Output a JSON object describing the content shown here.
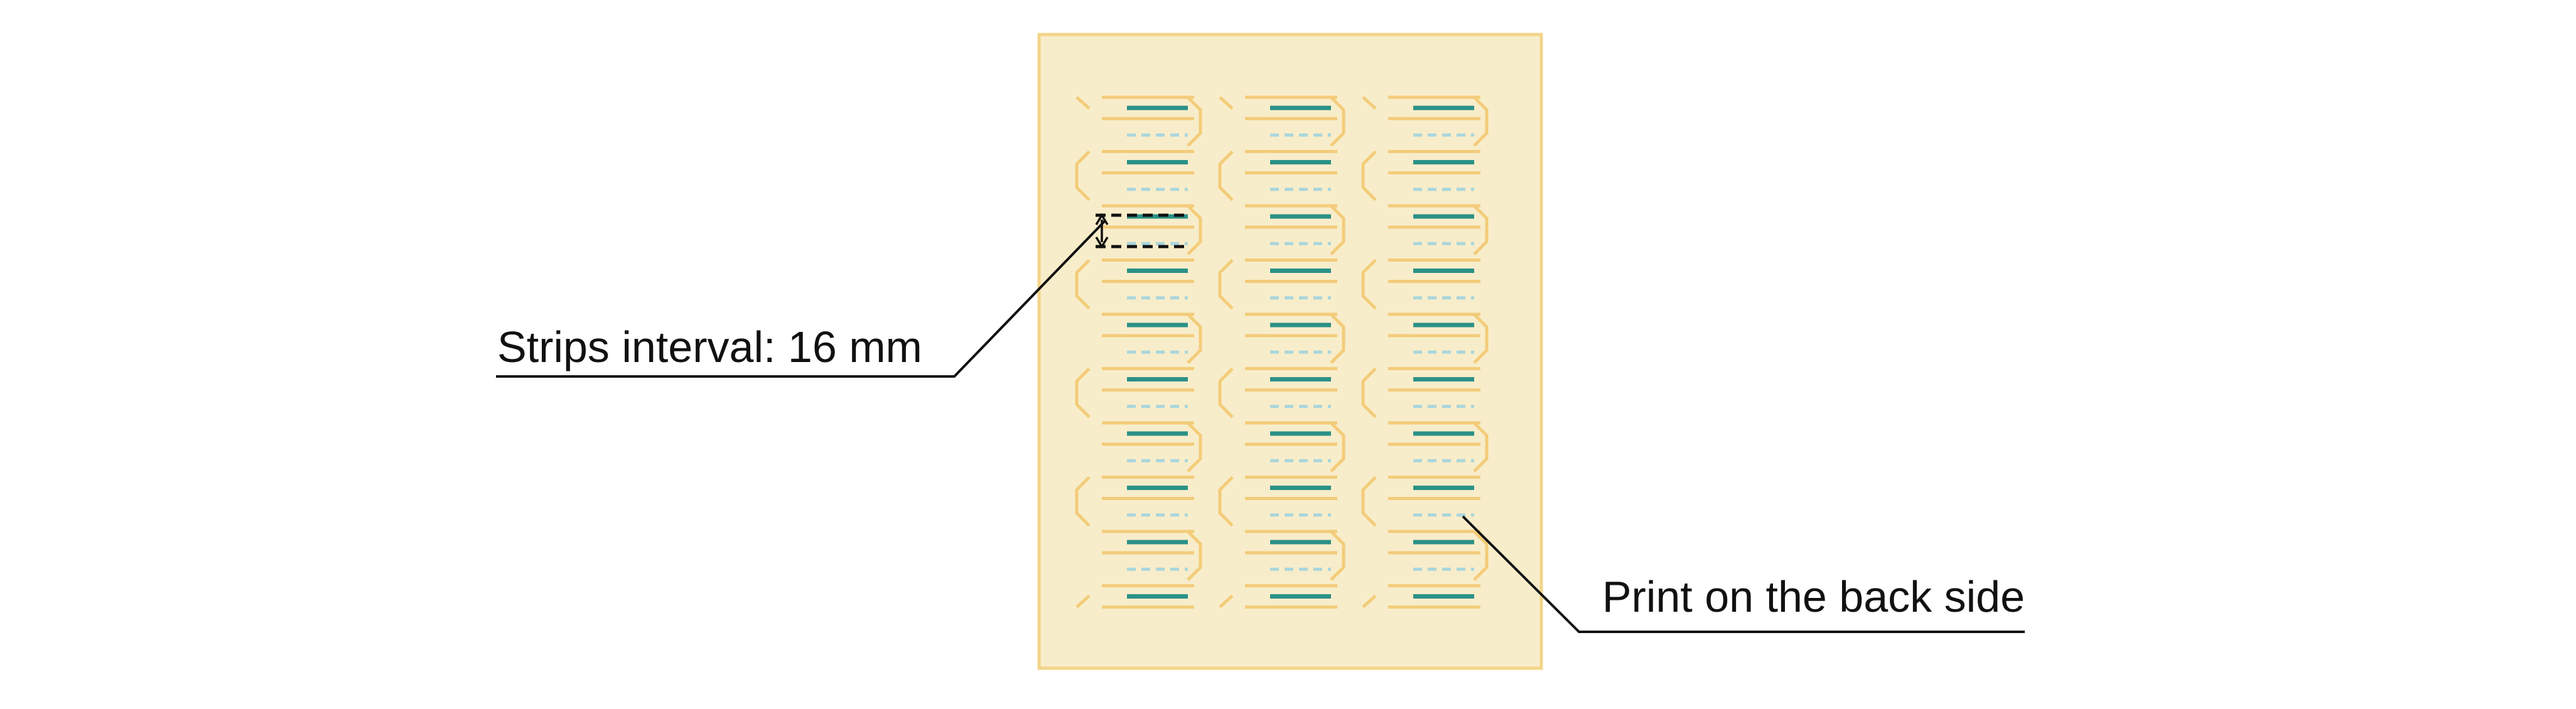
{
  "sheet": {
    "fill_color": "#f8edca",
    "border_color": "#f3d488",
    "columns": 3,
    "strips_per_column": 10
  },
  "strip": {
    "frame_color": "#f3cc7a",
    "print_line_color": "#2b9187",
    "back_print_line_color": "#a9d6dc"
  },
  "callouts": {
    "strips_interval": {
      "label": "Strips interval: 16 mm"
    },
    "back_side": {
      "label": "Print on the back side"
    }
  },
  "leader_color": "#111111"
}
